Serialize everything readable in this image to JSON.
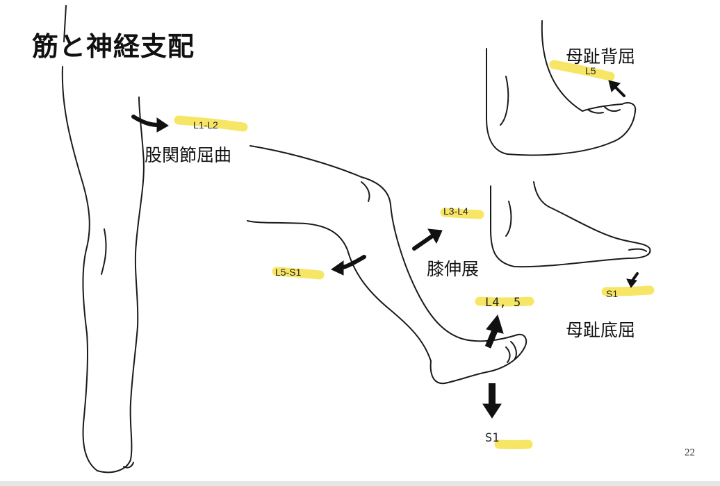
{
  "slide": {
    "title": "筋と神経支配",
    "page_number": "22"
  },
  "labels": {
    "hip_flexion": "股関節屈曲",
    "knee_extension": "膝伸展",
    "toe_dorsiflexion": "母趾背屈",
    "toe_plantarflexion": "母趾底屈"
  },
  "roots": {
    "hip": "L1-L2",
    "knee": "L3-L4",
    "knee_flex": "L5-S1",
    "toe_dorsi": "L5",
    "toe_plantar": "S1",
    "ankle_dorsi": "L4, 5",
    "ankle_plantar": "S1"
  },
  "colors": {
    "highlight": "#f6e24a",
    "arrow": "#111111",
    "line": "#1a1a1a"
  }
}
